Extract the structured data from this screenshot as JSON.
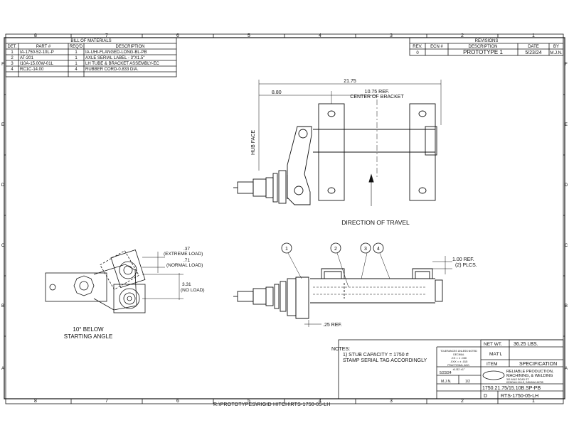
{
  "zone_cols": [
    "8",
    "7",
    "6",
    "5",
    "4",
    "3",
    "2",
    "1"
  ],
  "zone_rows": [
    "F",
    "E",
    "D",
    "C",
    "B",
    "A"
  ],
  "bom": {
    "title": "BILL OF MATERIALS",
    "headers": [
      "DET.",
      "PART #",
      "REQ'D",
      "DESCRIPTION"
    ],
    "rows": [
      [
        "1",
        "IA-1750-52-10L-P",
        "1",
        "IA-UHI-FLANGED-LONG-BL-PB"
      ],
      [
        "2",
        "AT-201",
        "1",
        "AXLE SERIAL LABEL - 3\"X1.5\""
      ],
      [
        "3",
        "I10A-15.00W-01L",
        "1",
        "LH TUBE & BRACKET ASSEMBLY-EC"
      ],
      [
        "4",
        "RC1C-14.00",
        "4",
        "RUBBER CORD-0.833 DIA."
      ]
    ]
  },
  "revisions": {
    "title": "REVISIONS",
    "headers": [
      "REV.",
      "ECN #",
      "DESCRIPTION",
      "DATE",
      "BY"
    ],
    "rows": [
      [
        "0",
        "",
        "PROTOTYPE 1",
        "5/23/24",
        "M.J.N."
      ]
    ]
  },
  "dims": {
    "overall": "21.75",
    "hub": "8.80",
    "ref": "10.75 REF.",
    "center": "CENTER OF BRACKET",
    "hub_face": "HUB FACE",
    "direction": "DIRECTION OF TRAVEL",
    "bracket_ref": "1.00 REF.",
    "plcs": "(2) PLCS.",
    "ref25": ".25 REF."
  },
  "balloons": [
    "1",
    "2",
    "3",
    "4"
  ],
  "side": {
    "d37": ".37",
    "extreme": "(EXTREME LOAD)",
    "d71": ".71",
    "normal": "(NORMAL LOAD)",
    "d331": "3.31",
    "noload": "(NO LOAD)",
    "caption1": "10° BELOW",
    "caption2": "STARTING ANGLE"
  },
  "notes": {
    "title": "NOTES:",
    "line1": "1) STUB CAPACITY = 1750 #",
    "line2": "STAMP SERIAL TAG ACCORDINGLY"
  },
  "title_block": {
    "net_wt_label": "NET WT.",
    "net_wt": "36.25 LBS.",
    "matl": "MAT'L",
    "item": "ITEM",
    "spec": "SPECIFICATION",
    "tol_title": "TOLERANCES UNLESS NOTED",
    "tol_decimal": "DECIMAL",
    "tol_xx": ".XX = ± .030",
    "tol_xxx": ".XXX = ± .015",
    "tol_frac": "FRACTIONAL   ANG.",
    "tol_frac_val": "±1/32   ±1°",
    "date": "5/23/24",
    "drawn": "M.J.N.",
    "scale": "1/2",
    "company1": "RELIABLE PRODUCTION,",
    "company2": "MACHINING, & WELDING",
    "addr1": "301 MILE ROAD ST.",
    "addr2": "KENDALLVILLE, INDIANA  46755",
    "dwg_no": "1750.21.75/15.10B.SP-PB",
    "size": "D",
    "dwg_ref": "RTS-1750-05-LH"
  },
  "file_path": "R:\\PROTOTYPES\\RIGID HITCH\\RTS-1750-05-LH"
}
